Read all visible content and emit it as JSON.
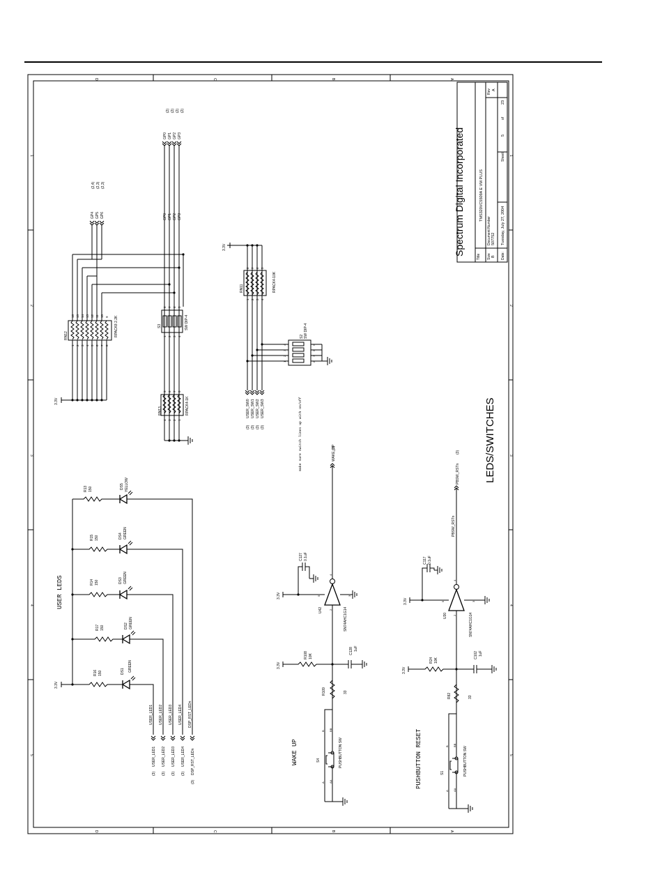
{
  "title_block": {
    "company": "Spectrum Digital Incorporated",
    "title_label": "Title",
    "title_value": "TMS320VC5509A E VM PLUS",
    "size_label": "Size",
    "size_value": "B",
    "document_label": "Document Number",
    "document_value": "507752",
    "rev_label": "Rev",
    "rev_value": "A",
    "date_label": "Date:",
    "date_value": "Tuesday, July 27, 2004",
    "sheet_label": "Sheet",
    "sheet_value": "5",
    "of_label": "of",
    "sheet_total": "23"
  },
  "frame": {
    "row_labels": [
      "D",
      "C",
      "B",
      "A"
    ],
    "col_labels": [
      "1",
      "2",
      "3",
      "4",
      "5"
    ]
  },
  "page_title": "LEDS/SWITCHES",
  "section_labels": {
    "user_leds": "USER LEDS",
    "wake_up": "WAKE UP",
    "pushbutton_reset": "PUSHBUTTON RESET",
    "switch_note": "make sure switch lines up with on/off"
  },
  "power": {
    "v33": "3.3V"
  },
  "gp_inputs": [
    {
      "net": "GP0",
      "ref": "(2)"
    },
    {
      "net": "GP1",
      "ref": "(2)"
    },
    {
      "net": "GP2",
      "ref": "(2)"
    },
    {
      "net": "GP3",
      "ref": "(2)"
    }
  ],
  "gp_inputs_inner": [
    "GP0",
    "GP1",
    "GP2",
    "GP3"
  ],
  "gp_outputs": [
    {
      "net": "GP4",
      "ref": "(2,4)"
    },
    {
      "net": "GP5",
      "ref": "(2,3)"
    },
    {
      "net": "GP6",
      "ref": "(2,3)"
    }
  ],
  "components": {
    "rn12": {
      "ref": "RN12",
      "value": "RPACK8 2.2K",
      "pins_top": [
        "16",
        "15",
        "14",
        "13",
        "12",
        "11",
        "10",
        "9"
      ],
      "pins_bottom": [
        "1",
        "2",
        "3",
        "4",
        "5",
        "6",
        "7",
        "8"
      ]
    },
    "rn13": {
      "ref": "RN13",
      "value": "RPACK4-1K",
      "pins_top": [
        "5",
        "6",
        "7",
        "8"
      ],
      "pins_bottom": [
        "4",
        "3",
        "2",
        "1"
      ]
    },
    "rn11": {
      "ref": "RN11",
      "value": "RPACK4-10K",
      "pins_top": [
        "8",
        "7",
        "6",
        "5"
      ],
      "pins_bottom": [
        "1",
        "2",
        "3",
        "4"
      ]
    },
    "s3": {
      "ref": "S3",
      "value": "SW DIP-4",
      "pins_top": [
        "8",
        "7",
        "6",
        "5"
      ],
      "pins_bottom": [
        "1",
        "2",
        "3",
        "4"
      ]
    },
    "s2": {
      "ref": "S2",
      "value": "SW DIP-4",
      "pins_left": [
        "4",
        "3",
        "2",
        "1"
      ],
      "pins_right": [
        "5",
        "6",
        "7",
        "8"
      ]
    },
    "u42": {
      "ref": "U42",
      "value": "SN74AHC1G14",
      "pins": [
        "5",
        "4",
        "2",
        "3"
      ]
    },
    "u30": {
      "ref": "U30",
      "value": "SN74AHC1G14",
      "pins": [
        "5",
        "4",
        "2",
        "3"
      ]
    },
    "c127": {
      "ref": "C127",
      "value": "0.1uF"
    },
    "c117": {
      "ref": "C117",
      "value": "0.1uF"
    },
    "c128": {
      "ref": "C128",
      "value": "1uF"
    },
    "c102": {
      "ref": "C102",
      "value": "1uF"
    },
    "r108": {
      "ref": "R108",
      "value": "10K"
    },
    "r109": {
      "ref": "R109",
      "value": "33"
    },
    "r24": {
      "ref": "R24",
      "value": "10K"
    },
    "r82": {
      "ref": "R82",
      "value": "33"
    },
    "s4": {
      "ref": "S4",
      "value": "PUSHBUTTON SW",
      "pins": [
        "B",
        "BB",
        "A",
        "AA"
      ]
    },
    "s1": {
      "ref": "S1",
      "value": "PUSHBUTTON SW",
      "pins": [
        "B",
        "BB",
        "A",
        "AA"
      ]
    }
  },
  "switch_nets": [
    {
      "net": "USER_SW0",
      "ref": "(3)"
    },
    {
      "net": "USER_SW1",
      "ref": "(3)"
    },
    {
      "net": "USER_SW2",
      "ref": "(3)"
    },
    {
      "net": "USER_SW3",
      "ref": "(3)"
    }
  ],
  "wake_net": {
    "net": "WAKE_UP",
    "ref": "(3)"
  },
  "reset_net": {
    "net": "PBSW_RSTn",
    "ref": "(3)",
    "label": "PBSW_RSTn"
  },
  "leds": [
    {
      "r_ref": "R16",
      "r_val": "150",
      "d_ref": "DS1",
      "color": "GREEN",
      "net": "USER_LED1"
    },
    {
      "r_ref": "R17",
      "r_val": "150",
      "d_ref": "DS2",
      "color": "GREEN",
      "net": "USER_LED2"
    },
    {
      "r_ref": "R14",
      "r_val": "150",
      "d_ref": "DS3",
      "color": "GREEN",
      "net": "USER_LED3"
    },
    {
      "r_ref": "R15",
      "r_val": "150",
      "d_ref": "DS4",
      "color": "GREEN",
      "net": "USER_LED4"
    },
    {
      "r_ref": "R13",
      "r_val": "150",
      "d_ref": "DS5",
      "color": "YELLOW",
      "net": "DSP_RST_LEDn"
    }
  ],
  "led_offpage": [
    {
      "net": "USER_LED1",
      "ref": "(3)"
    },
    {
      "net": "USER_LED2",
      "ref": "(3)"
    },
    {
      "net": "USER_LED3",
      "ref": "(3)"
    },
    {
      "net": "USER_LED4",
      "ref": "(3)"
    },
    {
      "net": "DSP_RST_LEDn",
      "ref": "(3)"
    }
  ]
}
